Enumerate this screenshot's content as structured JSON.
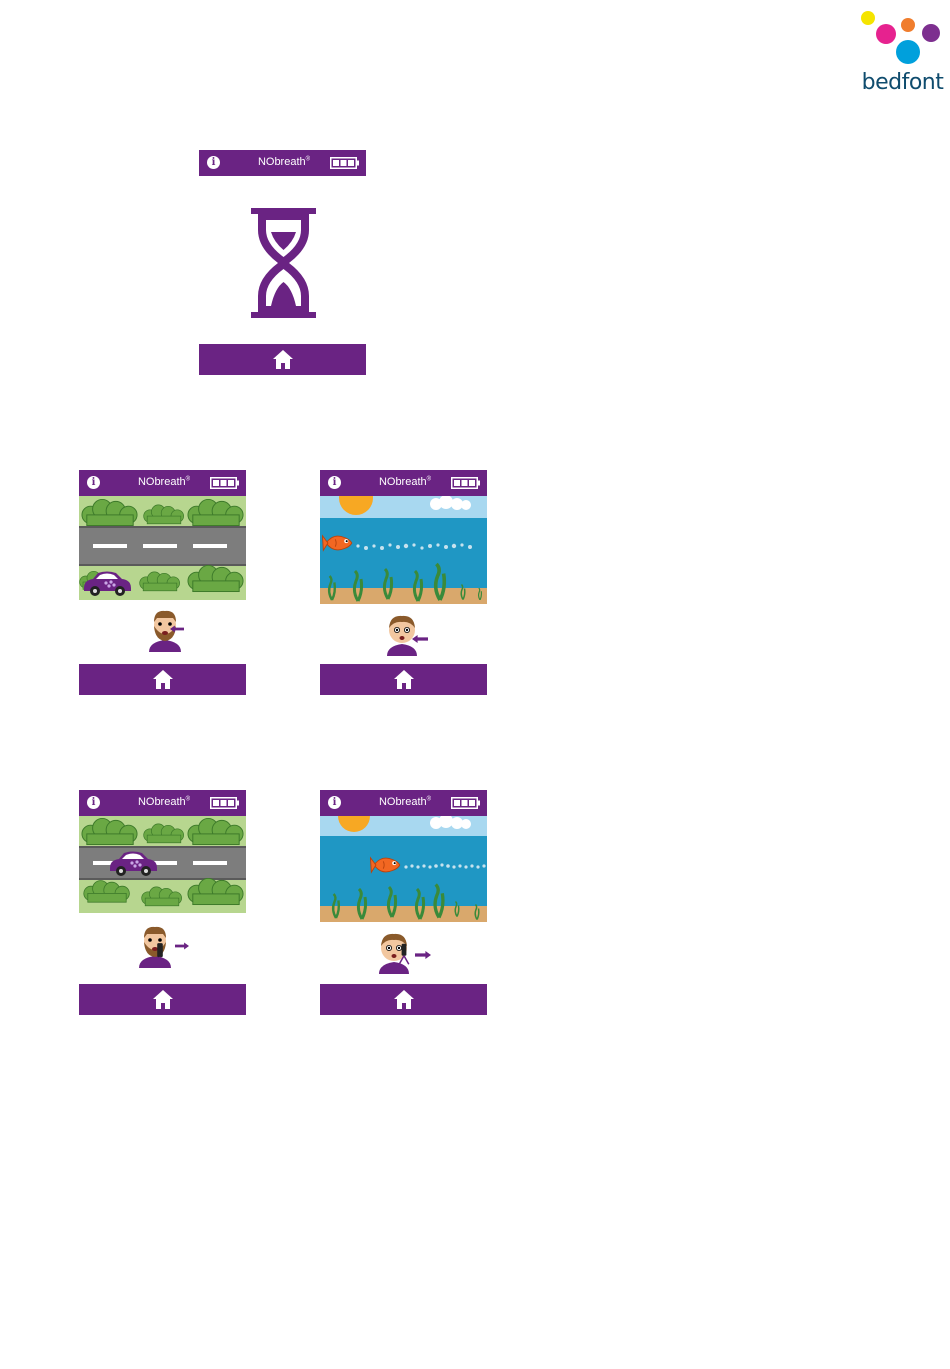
{
  "logo": {
    "wordmark": "bedfont",
    "icon": "bedfont-dots-logo"
  },
  "device": {
    "brand": "NObreath",
    "registered": "®",
    "info_icon": "info-icon",
    "info_glyph": "i",
    "battery_icon": "battery-icon",
    "home_icon": "home-icon",
    "accent_color": "#6a2383"
  },
  "screens": [
    {
      "id": "waiting",
      "content": "hourglass-icon"
    },
    {
      "id": "car-inhale",
      "content": "road-scene",
      "character": "bearded-man-inhale",
      "arrow": "arrow-left-icon"
    },
    {
      "id": "fish-inhale",
      "content": "sea-scene",
      "character": "boy-inhale",
      "arrow": "arrow-left-icon"
    },
    {
      "id": "car-exhale",
      "content": "road-scene-moving",
      "character": "bearded-man-exhale",
      "arrow": "arrow-right-icon"
    },
    {
      "id": "fish-exhale",
      "content": "sea-scene-moving",
      "character": "boy-exhale",
      "arrow": "arrow-right-icon"
    }
  ]
}
